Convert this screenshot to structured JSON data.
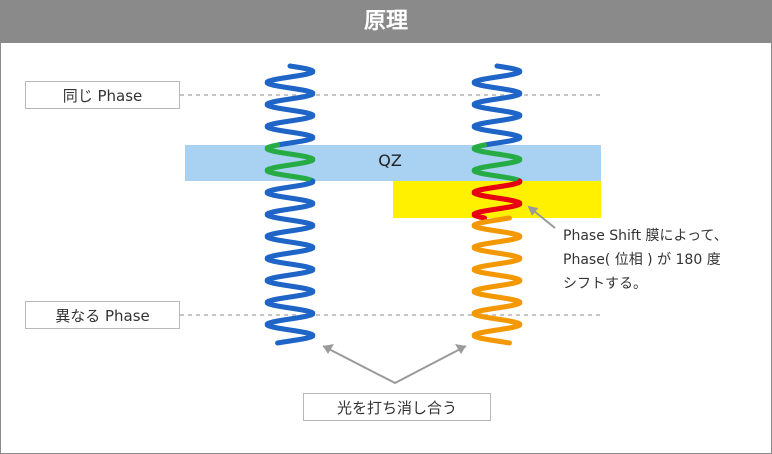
{
  "header": {
    "title": "原理"
  },
  "labels": {
    "same_phase": "同じ Phase",
    "different_phase": "異なる Phase",
    "band": "QZ",
    "cancel": "光を打ち消し合う"
  },
  "note": {
    "lines": [
      "Phase Shift 膜によって、",
      "Phase( 位相 ) が 180 度",
      "シフトする。"
    ]
  },
  "colors": {
    "header_bg": "#8a8a8a",
    "qz_band": "#a8d1f2",
    "shift_film": "#fff100",
    "wave_blue": "#1f64c7",
    "wave_green": "#27ac45",
    "wave_red": "#e60012",
    "wave_orange": "#f39800",
    "dashed_line": "#b3b3b3",
    "arrow": "#9a9a9a"
  }
}
